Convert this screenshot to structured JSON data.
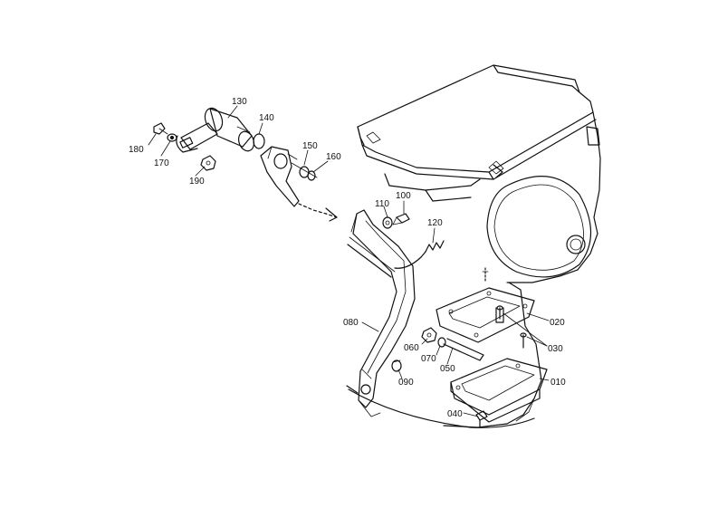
{
  "colors": {
    "line": "#111111",
    "background": "#ffffff"
  },
  "callouts": [
    {
      "id": "c130",
      "text": "130"
    },
    {
      "id": "c140",
      "text": "140"
    },
    {
      "id": "c180",
      "text": "180"
    },
    {
      "id": "c170",
      "text": "170"
    },
    {
      "id": "c190",
      "text": "190"
    },
    {
      "id": "c150",
      "text": "150"
    },
    {
      "id": "c160",
      "text": "160"
    },
    {
      "id": "c110",
      "text": "110"
    },
    {
      "id": "c100",
      "text": "100"
    },
    {
      "id": "c120",
      "text": "120"
    },
    {
      "id": "c080",
      "text": "080"
    },
    {
      "id": "c060",
      "text": "060"
    },
    {
      "id": "c070",
      "text": "070"
    },
    {
      "id": "c050",
      "text": "050"
    },
    {
      "id": "c090",
      "text": "090"
    },
    {
      "id": "c020",
      "text": "020"
    },
    {
      "id": "c030",
      "text": "030"
    },
    {
      "id": "c010",
      "text": "010"
    },
    {
      "id": "c040",
      "text": "040"
    }
  ]
}
